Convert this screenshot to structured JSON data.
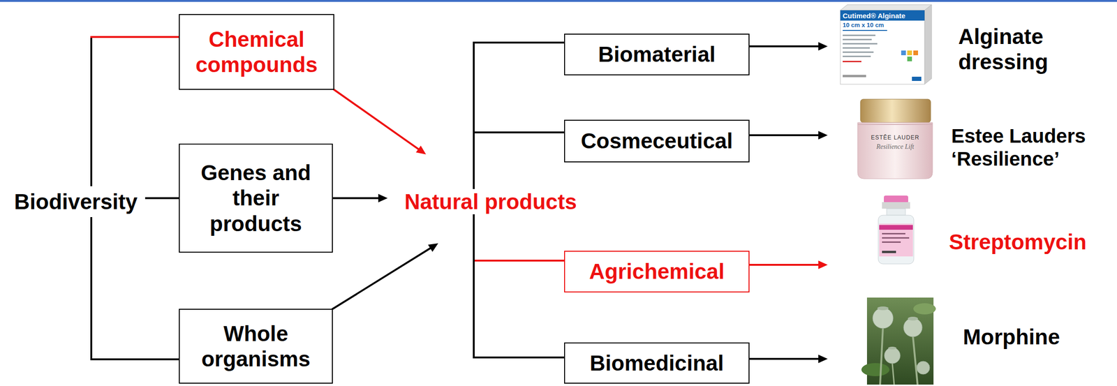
{
  "diagram": {
    "nodes": [
      {
        "text": [
          "Biodiversity"
        ]
      },
      {
        "text": [
          "Chemical compounds"
        ]
      },
      {
        "text": [
          "Genes and their products"
        ]
      },
      {
        "text": [
          "Whole organisms"
        ]
      },
      {
        "text": [
          "Natural products"
        ]
      },
      {
        "text": [
          "Biomaterial"
        ]
      },
      {
        "text": [
          "Cosmeceutical"
        ]
      },
      {
        "text": [
          "Agrichemical"
        ]
      },
      {
        "text": [
          "Biomedicinal"
        ]
      },
      {
        "text": [
          "Alginate dressing"
        ]
      },
      {
        "text": [
          "Estee Lauders ‘Resilience’"
        ]
      },
      {
        "text": [
          "Streptomycin"
        ]
      },
      {
        "text": [
          "Morphine"
        ]
      }
    ],
    "edges": [
      {
        "from": 0,
        "to": 1,
        "arrow": "none"
      },
      {
        "from": 0,
        "to": 2,
        "arrow": "none"
      },
      {
        "from": 0,
        "to": 3,
        "arrow": "none"
      },
      {
        "from": 1,
        "to": 4,
        "arrow": "to"
      },
      {
        "from": 2,
        "to": 4,
        "arrow": "to"
      },
      {
        "from": 3,
        "to": 4,
        "arrow": "to"
      },
      {
        "from": 4,
        "to": 5,
        "arrow": "none"
      },
      {
        "from": 4,
        "to": 6,
        "arrow": "none"
      },
      {
        "from": 4,
        "to": 7,
        "arrow": "none"
      },
      {
        "from": 4,
        "to": 8,
        "arrow": "none"
      },
      {
        "from": 5,
        "to": 9,
        "arrow": "to"
      },
      {
        "from": 6,
        "to": 10,
        "arrow": "to"
      },
      {
        "from": 7,
        "to": 11,
        "arrow": "to"
      },
      {
        "from": 8,
        "to": 12,
        "arrow": "to"
      }
    ],
    "labels": [
      "Cutimed® Alginate",
      "10 cm x 10 cm",
      "ESTĒE LAUDER",
      "Resilience Lift"
    ]
  }
}
